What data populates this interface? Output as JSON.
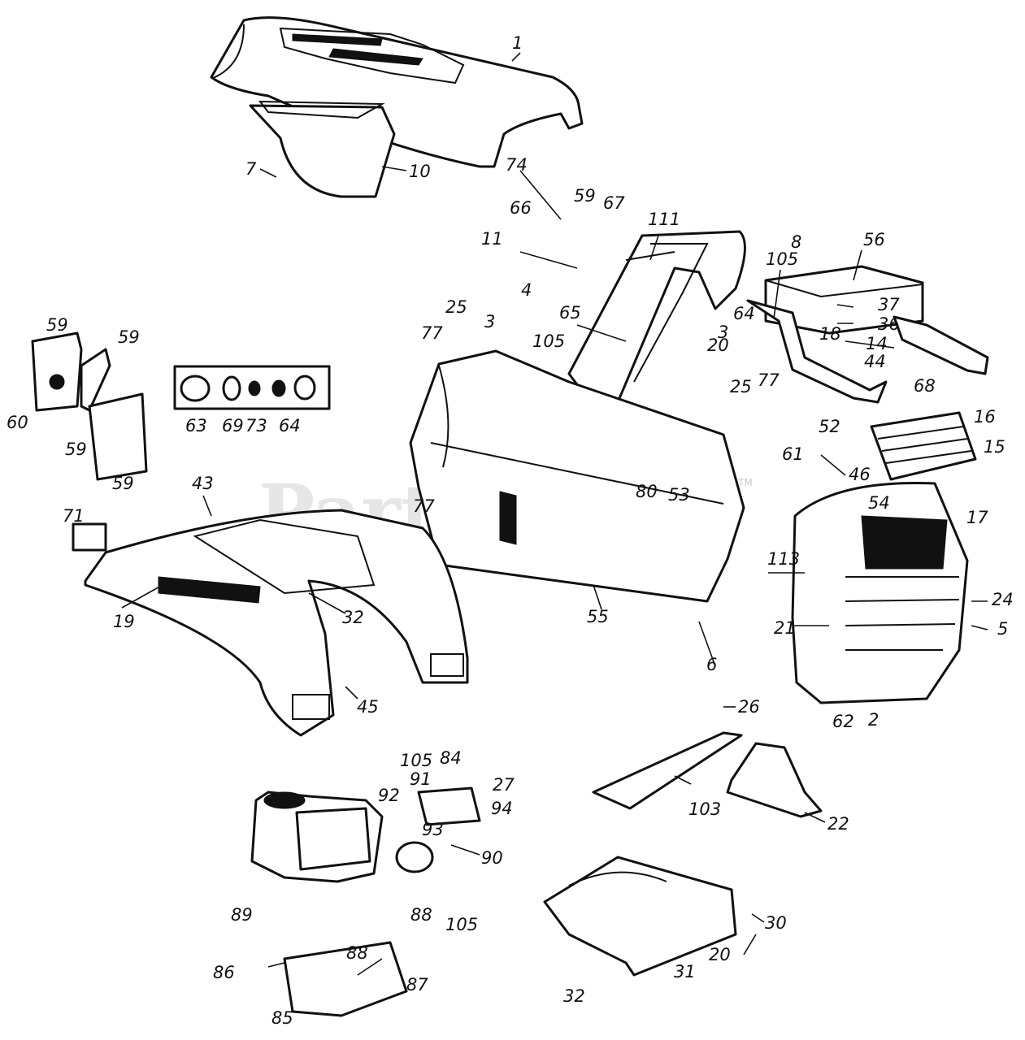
{
  "watermark": {
    "text": "PartsTree",
    "trademark": "TM"
  },
  "callouts": {
    "c1": "1",
    "c7": "7",
    "c10": "10",
    "c74": "74",
    "c59a": "59",
    "c67": "67",
    "c66": "66",
    "c111": "111",
    "c8": "8",
    "c56": "56",
    "c105a": "105",
    "c11": "11",
    "c4": "4",
    "c25a": "25",
    "c3a": "3",
    "c77a": "77",
    "c65": "65",
    "c64a": "64",
    "c3b": "3",
    "c105b": "105",
    "c20a": "20",
    "c25b": "25",
    "c77b": "77",
    "c37": "37",
    "c36": "36",
    "c18": "18",
    "c14": "14",
    "c44": "44",
    "c68": "68",
    "c52": "52",
    "c16": "16",
    "c15": "15",
    "c61": "61",
    "c46": "46",
    "c54": "54",
    "c17": "17",
    "c80": "80",
    "c53": "53",
    "c77c": "77",
    "c113": "113",
    "c24": "24",
    "c5": "5",
    "c21": "21",
    "c55": "55",
    "c6": "6",
    "c62": "62",
    "c2": "2",
    "c59b": "59",
    "c59c": "59",
    "c60": "60",
    "c59d": "59",
    "c59e": "59",
    "c63": "63",
    "c69": "69",
    "c73": "73",
    "c64b": "64",
    "c43": "43",
    "c71": "71",
    "c19": "19",
    "c32a": "32",
    "c45": "45",
    "c26": "26",
    "c103": "103",
    "c22": "22",
    "c105c": "105",
    "c84": "84",
    "c91": "91",
    "c92": "92",
    "c27": "27",
    "c94": "94",
    "c93": "93",
    "c90": "90",
    "c88a": "88",
    "c105d": "105",
    "c89": "89",
    "c86": "86",
    "c88b": "88",
    "c87": "87",
    "c85": "85",
    "c30": "30",
    "c20b": "20",
    "c31": "31",
    "c32b": "32"
  }
}
